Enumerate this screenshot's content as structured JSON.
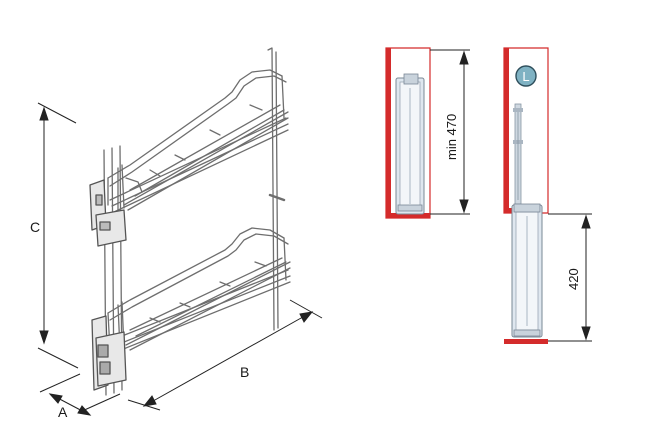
{
  "dimension_labels": {
    "a": "A",
    "b": "B",
    "c": "C"
  },
  "min_height_label": "min 470",
  "extended_height_label": "420",
  "side_badge": "L",
  "colors": {
    "cabinet_red": "#d42b2b",
    "wire": "#6e6e6e",
    "badge_fill": "#7fb2c3",
    "unit_fill": "#dfe7ef"
  },
  "icons": [
    "pullout-basket-illustration",
    "cabinet-section-closed",
    "cabinet-section-open"
  ]
}
